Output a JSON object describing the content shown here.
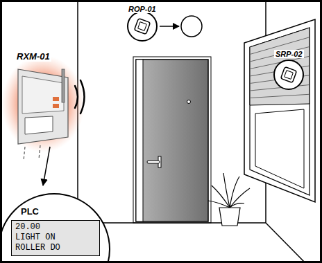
{
  "diagram": {
    "nodes": [
      {
        "text": [
          "ROP-01"
        ]
      },
      {
        "text": [
          "SRP-02"
        ]
      },
      {
        "text": [
          "RXM-01"
        ]
      },
      {
        "text": [
          "PLC"
        ]
      },
      {
        "text": [
          "20.00",
          "LIGHT ON",
          "ROLLER DO"
        ],
        "in": 3
      }
    ]
  }
}
